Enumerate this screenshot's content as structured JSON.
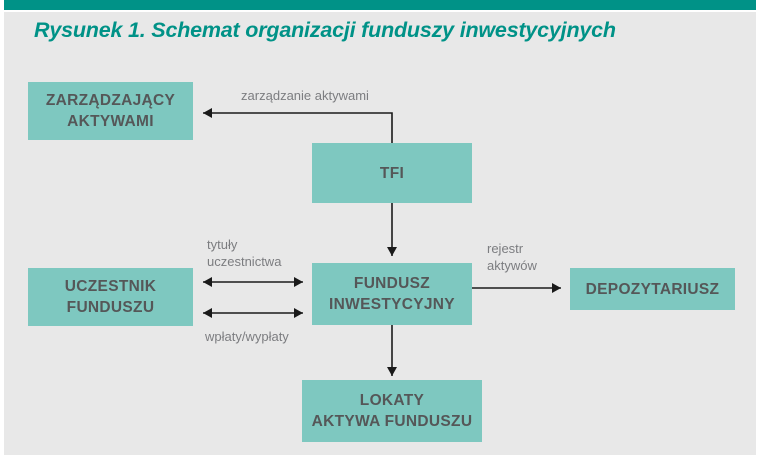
{
  "figure": {
    "title": "Rysunek 1. Schemat organizacji funduszy inwestycyjnych",
    "title_color": "#009287",
    "rule_color": "#009287",
    "canvas_color": "#e8e8e8",
    "node_color": "#7ec8c0",
    "node_text_color": "#555758",
    "edge_color": "#1a1a1a",
    "edge_label_color": "#7c7d80"
  },
  "nodes": {
    "zarzadzajacy": "ZARZĄDZAJĄCY\nAKTYWAMI",
    "tfi": "TFI",
    "uczestnik": "UCZESTNIK\nFUNDUSZU",
    "fundusz": "FUNDUSZ\nINWESTYCYJNY",
    "depozytariusz": "DEPOZYTARIUSZ",
    "lokaty": "LOKATY\nAKTYWA FUNDUSZU"
  },
  "edge_labels": {
    "zarzadzanie_aktywami": "zarządzanie aktywami",
    "tytuly_uczestnictwa": "tytuły\nuczestnictwa",
    "wplaty_wyplaty": "wpłaty/wypłaty",
    "rejestr_aktywow": "rejestr\naktywów"
  }
}
